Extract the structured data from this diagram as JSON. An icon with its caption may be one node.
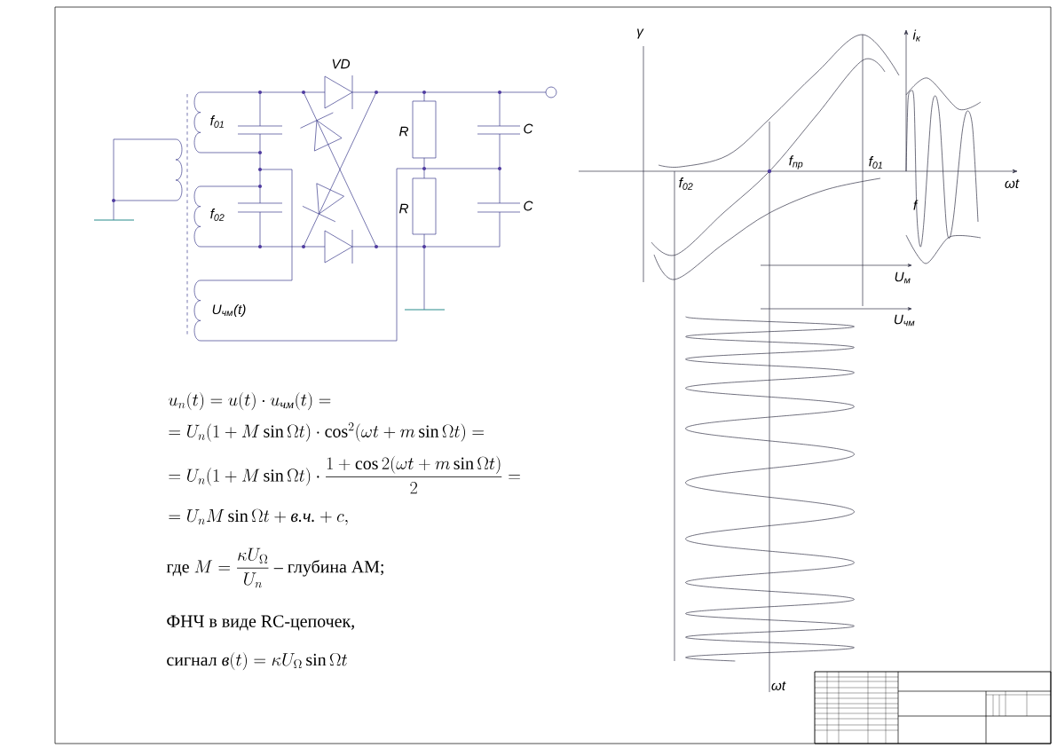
{
  "diagram": {
    "labels": [
      "VD",
      "f$_{01}$",
      "R",
      "C",
      "f$_{02}$",
      "R",
      "C",
      "U$_{чм}$(t)",
      "γ",
      "i$_{к}$",
      "f$_{пр}$",
      "f$_{01}$",
      "ωt",
      "f$_{02}$",
      "f",
      "U$_{м}$",
      "U$_{чм}$",
      "u_n(t) = u(t)\\cdot u_{\\textit{чм}}(t) =",
      "= U_n(1+M\\sin\\Omega t)\\cdot\\cos^2(\\omega t+m\\sin\\Omega t) =",
      "= U_n(1+M\\sin\\Omega t)\\cdot\\frac{1+\\cos 2(\\omega t+m\\sin\\Omega t)}{2} =",
      "= U_n M\\sin\\Omega t+\\textit{в.ч.}+c,",
      "где",
      "M=\\frac{\\kappa U_\\Omega}{U_n}",
      "– глубина АМ;",
      "ФНЧ в виде RC-цепочек,",
      "сигнал",
      "\\textit{в}(t)=\\kappa U_\\Omega\\sin\\Omega t",
      "ωt"
    ]
  }
}
